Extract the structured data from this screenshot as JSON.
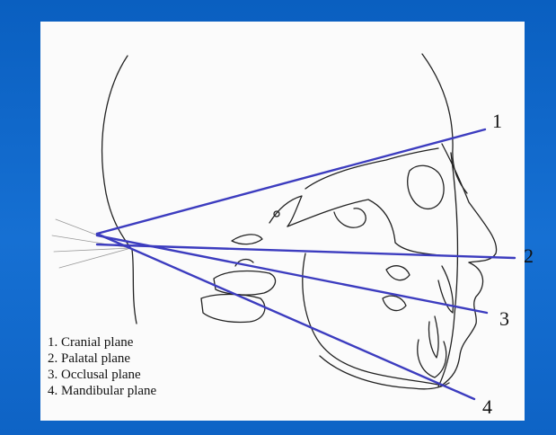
{
  "colors": {
    "background": "#0b63c4",
    "panel": "#fbfbfb",
    "plane_lines": "#3c3cbf",
    "drawing": "#222222"
  },
  "planes": [
    {
      "number": "1",
      "label": "1. Cranial plane"
    },
    {
      "number": "2",
      "label": "2. Palatal plane"
    },
    {
      "number": "3",
      "label": "3. Occlusal plane"
    },
    {
      "number": "4",
      "label": "4. Mandibular plane"
    }
  ]
}
